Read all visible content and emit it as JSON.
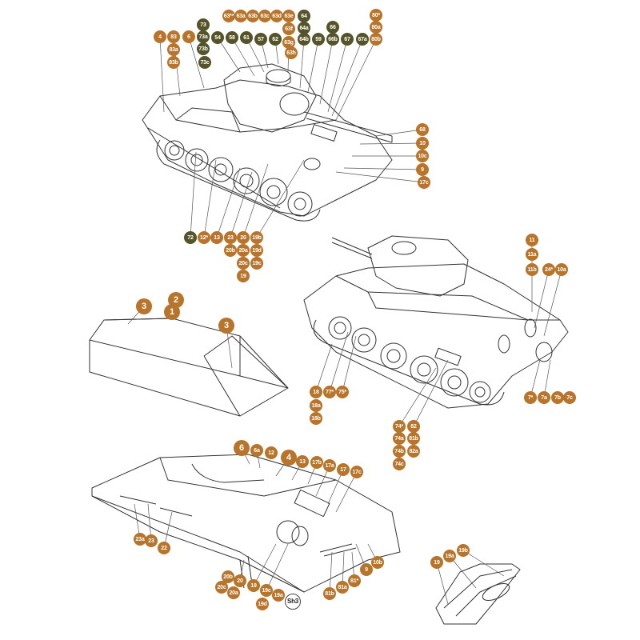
{
  "colors": {
    "callout": "#b8742a",
    "callout_dark": "#55532a",
    "line": "#333333"
  },
  "groups": [
    {
      "name": "tank-top-view",
      "labels": [
        "4",
        "83",
        "83a",
        "83b",
        "6",
        "73",
        "73a",
        "73b",
        "73c",
        "54",
        "58",
        "61",
        "57",
        "62",
        "63**",
        "63a",
        "63b",
        "63c",
        "63d",
        "63e",
        "63f",
        "63g",
        "63h",
        "64",
        "64a",
        "64b",
        "59",
        "66",
        "66b",
        "67",
        "67a",
        "80*",
        "80a",
        "80b",
        "68",
        "10",
        "10c",
        "9",
        "17c",
        "72",
        "12*",
        "13",
        "23",
        "20",
        "20a",
        "20b",
        "20c",
        "19",
        "19b",
        "19d",
        "19c"
      ]
    },
    {
      "name": "tank-rear-view",
      "labels": [
        "11",
        "11a",
        "11b",
        "24*",
        "10a",
        "18",
        "77*",
        "75*",
        "18a",
        "18b",
        "74*",
        "82",
        "74a",
        "81b",
        "74b",
        "82a",
        "74c",
        "7*",
        "7a",
        "7b",
        "7c"
      ]
    },
    {
      "name": "hull-box",
      "labels": [
        "3",
        "2",
        "1",
        "3"
      ]
    },
    {
      "name": "hull-assembly",
      "labels": [
        "6",
        "6a",
        "12",
        "4",
        "13",
        "17b",
        "17a",
        "17",
        "17c",
        "23a",
        "23",
        "22",
        "20b",
        "20c",
        "20a",
        "20",
        "19",
        "19c",
        "19d",
        "19a",
        "Sh3",
        "81b",
        "81a",
        "81*",
        "9",
        "10b"
      ]
    },
    {
      "name": "track-detail",
      "labels": [
        "19",
        "19a",
        "19b"
      ]
    }
  ]
}
